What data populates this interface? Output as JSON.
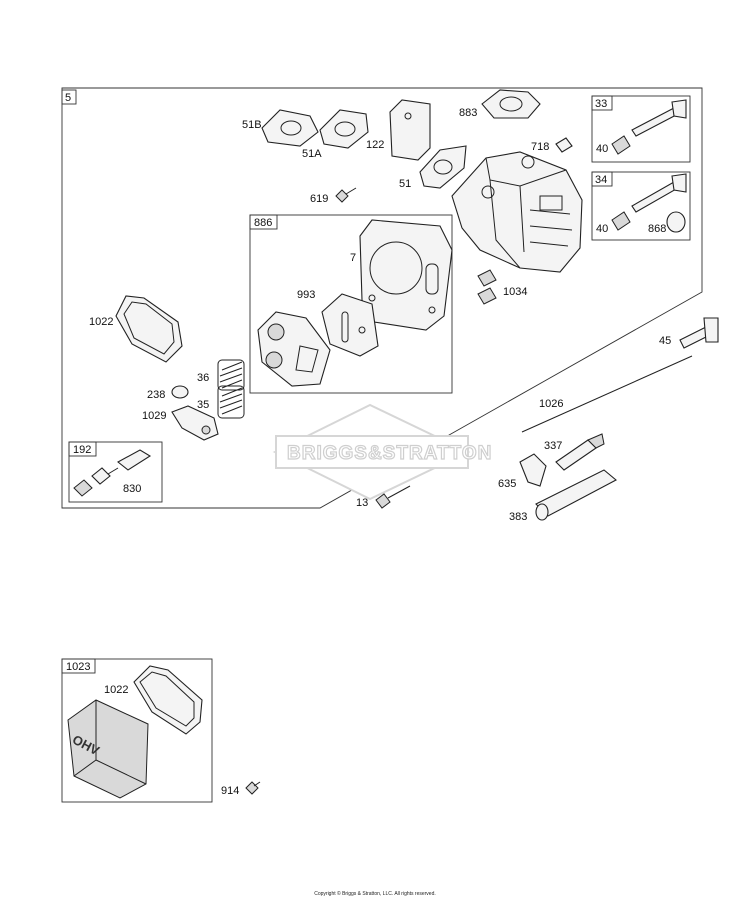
{
  "labels": {
    "p51B": "51B",
    "p51A": "51A",
    "p122": "122",
    "p883": "883",
    "p718": "718",
    "p51": "51",
    "p619": "619",
    "p7": "7",
    "p993": "993",
    "p1034": "1034",
    "p1022": "1022",
    "p36": "36",
    "p35": "35",
    "p238": "238",
    "p1029": "1029",
    "p830": "830",
    "p45": "45",
    "p1026": "1026",
    "p337": "337",
    "p635": "635",
    "p383": "383",
    "p13": "13",
    "p40a": "40",
    "p40b": "40",
    "p868": "868",
    "p1022b": "1022",
    "p914": "914"
  },
  "boxes": {
    "b5": "5",
    "b33": "33",
    "b34": "34",
    "b886": "886",
    "b192": "192",
    "b1023": "1023"
  },
  "watermark": "BRIGGS&STRATTON",
  "cover_text": "OHV",
  "footer": "Copyright © Briggs & Stratton, LLC. All rights reserved."
}
